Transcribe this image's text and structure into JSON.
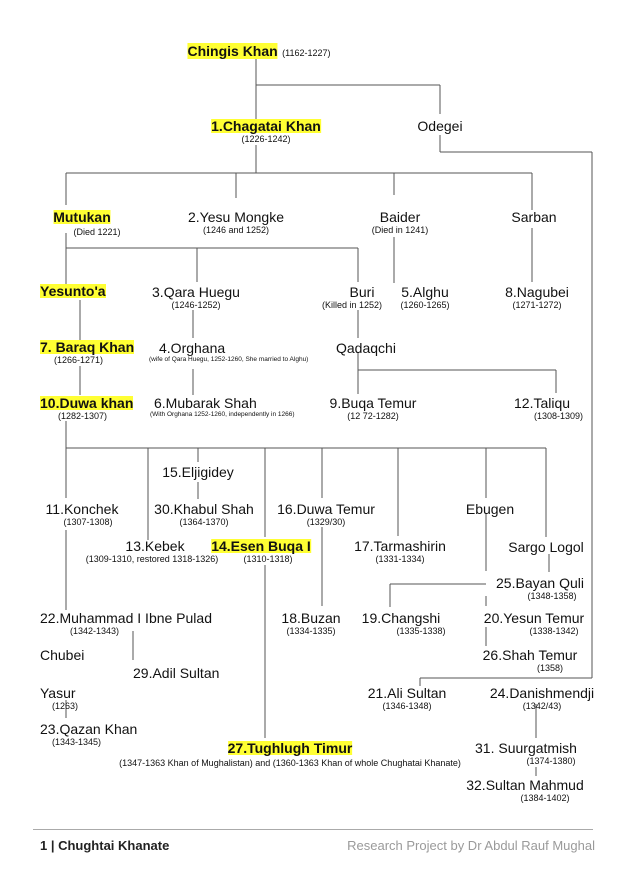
{
  "people": {
    "chingis": {
      "name": "Chingis Khan",
      "dates": "(1162-1227)"
    },
    "chagatai": {
      "name": "1.Chagatai Khan",
      "dates": "(1226-1242)"
    },
    "odegei": {
      "name": "Odegei"
    },
    "mutukan": {
      "name": "Mutukan",
      "dates": "(Died 1221)"
    },
    "yesu_mongke": {
      "name": "2.Yesu Mongke",
      "dates": "(1246 and 1252)"
    },
    "baider": {
      "name": "Baider",
      "dates": "(Died in 1241)"
    },
    "sarban": {
      "name": "Sarban"
    },
    "yesuntoa": {
      "name": "Yesunto'a"
    },
    "qara_huegu": {
      "name": "3.Qara Huegu",
      "dates": "(1246-1252)"
    },
    "buri": {
      "name": "Buri",
      "dates": "(Killed in 1252)"
    },
    "alghu": {
      "name": "5.Alghu",
      "dates": "(1260-1265)"
    },
    "nagubei": {
      "name": "8.Nagubei",
      "dates": "(1271-1272)"
    },
    "baraq": {
      "name": "7. Baraq Khan",
      "dates": "(1266-1271)"
    },
    "orghana": {
      "name": "4.Orghana",
      "dates": "(wife of Qara Huegu, 1252-1260, She married to Alghu)"
    },
    "qadaqchi": {
      "name": "Qadaqchi"
    },
    "duwa": {
      "name": "10.Duwa khan",
      "dates": "(1282-1307)"
    },
    "mubarak": {
      "name": "6.Mubarak Shah",
      "dates": "(With Orghana 1252-1260, independently in 1266)"
    },
    "buqa_temur": {
      "name": "9.Buqa Temur",
      "dates": "(12 72-1282)"
    },
    "taliqu": {
      "name": "12.Taliqu",
      "dates": "(1308-1309)"
    },
    "eljigidey": {
      "name": "15.Eljigidey"
    },
    "konchek": {
      "name": "11.Konchek",
      "dates": "(1307-1308)"
    },
    "khabul": {
      "name": "30.Khabul Shah",
      "dates": "(1364-1370)"
    },
    "duwa_temur": {
      "name": "16.Duwa Temur",
      "dates": "(1329/30)"
    },
    "ebugen": {
      "name": "Ebugen"
    },
    "kebek": {
      "name": "13.Kebek",
      "dates": "(1309-1310, restored 1318-1326)"
    },
    "esen_buqa": {
      "name": "14.Esen Buqa I",
      "dates": "(1310-1318)"
    },
    "tarmashirin": {
      "name": "17.Tarmashirin",
      "dates": "(1331-1334)"
    },
    "sargo": {
      "name": "Sargo Logol"
    },
    "bayan_quli": {
      "name": "25.Bayan Quli",
      "dates": "(1348-1358)"
    },
    "muhammad": {
      "name": "22.Muhammad I Ibne Pulad",
      "dates": "(1342-1343)"
    },
    "buzan": {
      "name": "18.Buzan",
      "dates": "(1334-1335)"
    },
    "changshi": {
      "name": "19.Changshi",
      "dates": "(1335-1338)"
    },
    "yesun_temur": {
      "name": "20.Yesun Temur",
      "dates": "(1338-1342)"
    },
    "chubei": {
      "name": "Chubei"
    },
    "adil": {
      "name": "29.Adil Sultan"
    },
    "shah_temur": {
      "name": "26.Shah Temur",
      "dates": "(1358)"
    },
    "yasur": {
      "name": "Yasur",
      "dates": "(1263)"
    },
    "ali_sultan": {
      "name": "21.Ali Sultan",
      "dates": "(1346-1348)"
    },
    "danishmendji": {
      "name": "24.Danishmendji",
      "dates": "(1342/43)"
    },
    "qazan": {
      "name": "23.Qazan Khan",
      "dates": "(1343-1345)"
    },
    "tughlugh": {
      "name": "27.Tughlugh Timur",
      "dates": "(1347-1363 Khan of Mughalistan) and (1360-1363 Khan of whole Chughatai Khanate)"
    },
    "suurgatmish": {
      "name": "31. Suurgatmish",
      "dates": "(1374-1380)"
    },
    "sultan_mahmud": {
      "name": "32.Sultan Mahmud",
      "dates": "(1384-1402)"
    }
  },
  "highlighted": [
    "chingis",
    "chagatai",
    "mutukan",
    "yesuntoa",
    "baraq",
    "duwa",
    "esen_buqa",
    "tughlugh"
  ],
  "highlight_color": "#ffff33",
  "footer": {
    "left": "1 | Chughtai Khanate",
    "right": "Research Project by Dr Abdul Rauf Mughal"
  }
}
